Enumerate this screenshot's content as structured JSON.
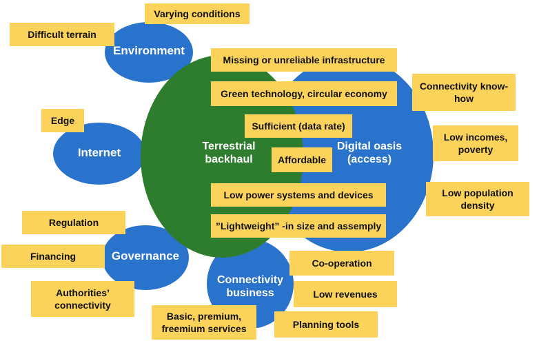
{
  "colors": {
    "blue": "#2a73cc",
    "green": "#2e7d2e",
    "box": "#fcd35a",
    "label_text": "#ffffff",
    "box_text": "#111111"
  },
  "clusters": {
    "environment": "Environment",
    "internet": "Internet",
    "governance": "Governance",
    "business": "Connectivity\nbusiness",
    "terrestrial": "Terrestrial\nbackhaul",
    "oasis": "Digital oasis\n(access)"
  },
  "boxes": {
    "varying_conditions": "Varying conditions",
    "difficult_terrain": "Difficult terrain",
    "edge": "Edge",
    "regulation": "Regulation",
    "financing": "Financing",
    "authorities": "Authorities’\nconnectivity",
    "missing_infra": "Missing or unreliable infrastructure",
    "green_tech": "Green technology, circular economy",
    "sufficient": "Sufficient (data rate)",
    "affordable": "Affordable",
    "low_power": "Low power systems and devices",
    "lightweight": "”Lightweight” -in size and assemply",
    "know_how": "Connectivity know-\nhow",
    "low_incomes": "Low incomes,\npoverty",
    "low_pop": "Low population\ndensity",
    "cooperation": "Co-operation",
    "low_revenues": "Low revenues",
    "planning": "Planning tools",
    "basic_premium": "Basic, premium,\nfreemium services"
  }
}
